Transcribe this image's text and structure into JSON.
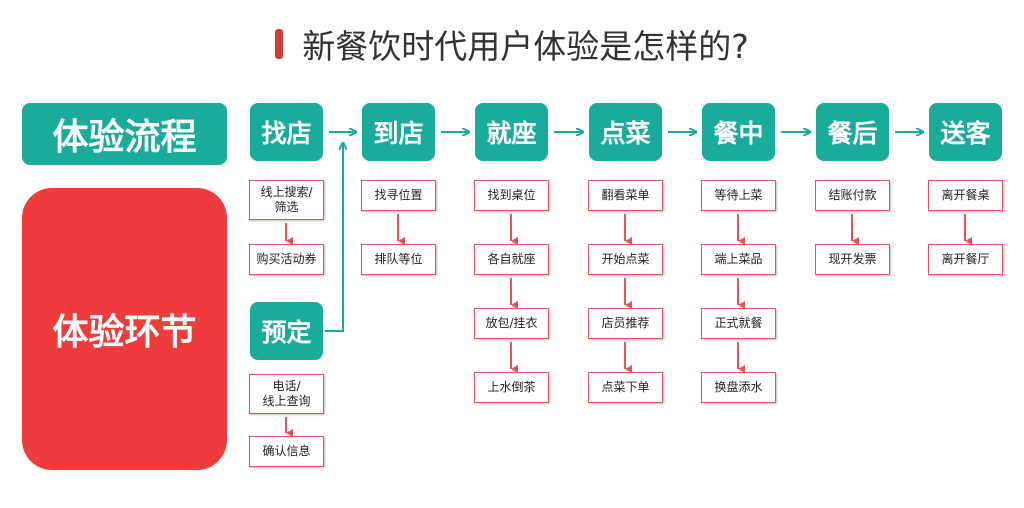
{
  "title": "新餐饮时代用户体验是怎样的?",
  "colors": {
    "teal": "#1aab9b",
    "red": "#ee3c3c",
    "accent": "#d63b3b"
  },
  "process_label": "体验流程",
  "steps_label": "体验环节",
  "stages": [
    {
      "label": "找店",
      "actions": [
        "线上搜索/\n筛选",
        "购买活动券"
      ]
    },
    {
      "label": "到店",
      "actions": [
        "找寻位置",
        "排队等位"
      ]
    },
    {
      "label": "就座",
      "actions": [
        "找到桌位",
        "各自就座",
        "放包/挂衣",
        "上水倒茶"
      ]
    },
    {
      "label": "点菜",
      "actions": [
        "翻看菜单",
        "开始点菜",
        "店员推荐",
        "点菜下单"
      ]
    },
    {
      "label": "餐中",
      "actions": [
        "等待上菜",
        "端上菜品",
        "正式就餐",
        "换盘添水"
      ]
    },
    {
      "label": "餐后",
      "actions": [
        "结账付款",
        "现开发票"
      ]
    },
    {
      "label": "送客",
      "actions": [
        "离开餐桌",
        "离开餐厅"
      ]
    }
  ],
  "reserve": {
    "label": "预定",
    "actions": [
      "电话/\n线上查询",
      "确认信息"
    ]
  }
}
